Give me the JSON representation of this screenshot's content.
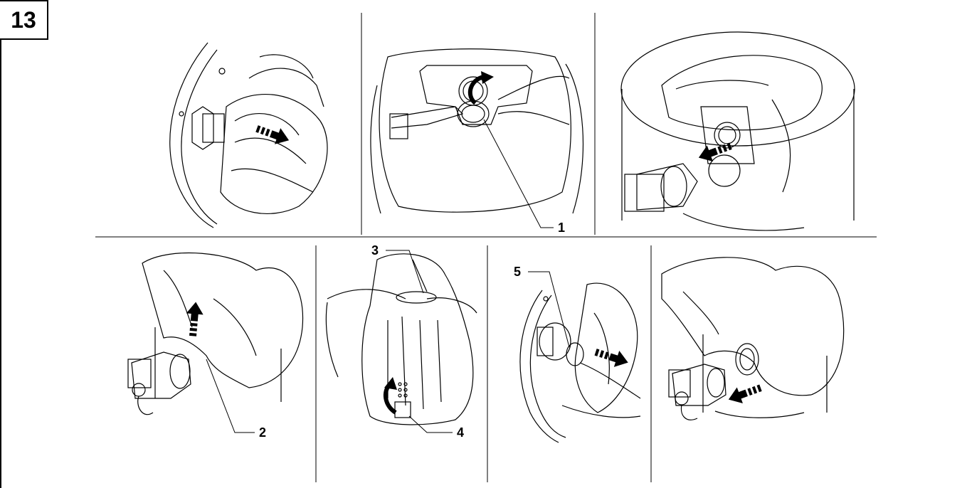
{
  "figure": {
    "number": "13"
  },
  "callouts": {
    "c1": "1",
    "c2": "2",
    "c3": "3",
    "c4": "4",
    "c5": "5"
  },
  "icons": {
    "arrow": "striped-arrow-icon",
    "curved": "curved-arrow-icon"
  }
}
